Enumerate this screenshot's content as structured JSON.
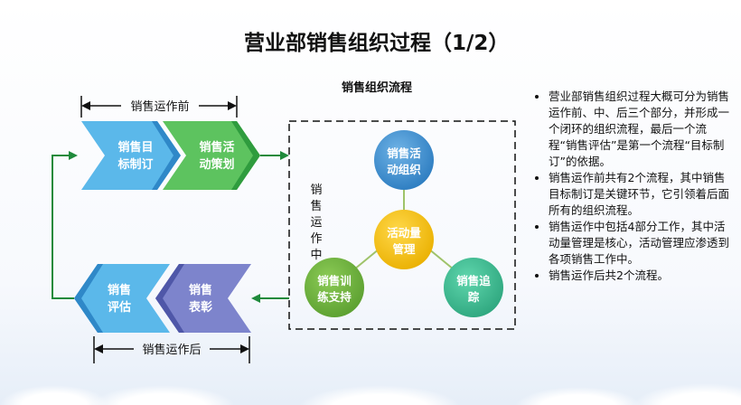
{
  "title": "营业部销售组织过程（1/2）",
  "subtitle": "销售组织流程",
  "phase_labels": {
    "before": "销售运作前",
    "during": "销售运作中",
    "after": "销售运作后"
  },
  "chevrons": {
    "target": [
      "销售目",
      "标制订"
    ],
    "plan": [
      "销售活",
      "动策划"
    ],
    "evaluate": [
      "销售",
      "评估"
    ],
    "reward": [
      "销售",
      "表彰"
    ]
  },
  "circles": {
    "activity_org": [
      "销售活",
      "动组织"
    ],
    "center": [
      "活动量",
      "管理"
    ],
    "training": [
      "销售训",
      "练支持"
    ],
    "tracking": [
      "销售追",
      "踪"
    ]
  },
  "bullets": [
    "营业部销售组织过程大概可分为销售运作前、中、后三个部分，并形成一个闭环的组织流程，最后一个流程“销售评估”是第一个流程“目标制订”的依据。",
    "销售运作前共有2个流程，其中销售目标制订是关键环节，它引领着后面所有的组织流程。",
    "销售运作中包括4部分工作，其中活动量管理是核心，活动管理应渗透到各项销售工作中。",
    "销售运作后共2个流程。"
  ],
  "colors": {
    "blue_chevron": "#5bb8ea",
    "green_chevron": "#5dc35f",
    "purple_chevron": "#7d84cc",
    "circle_blue": "#3b8fce",
    "circle_yellow": "#f3c21b",
    "circle_green": "#6db33f",
    "circle_teal": "#3ec196",
    "arrow_green": "#1f8a3b"
  }
}
